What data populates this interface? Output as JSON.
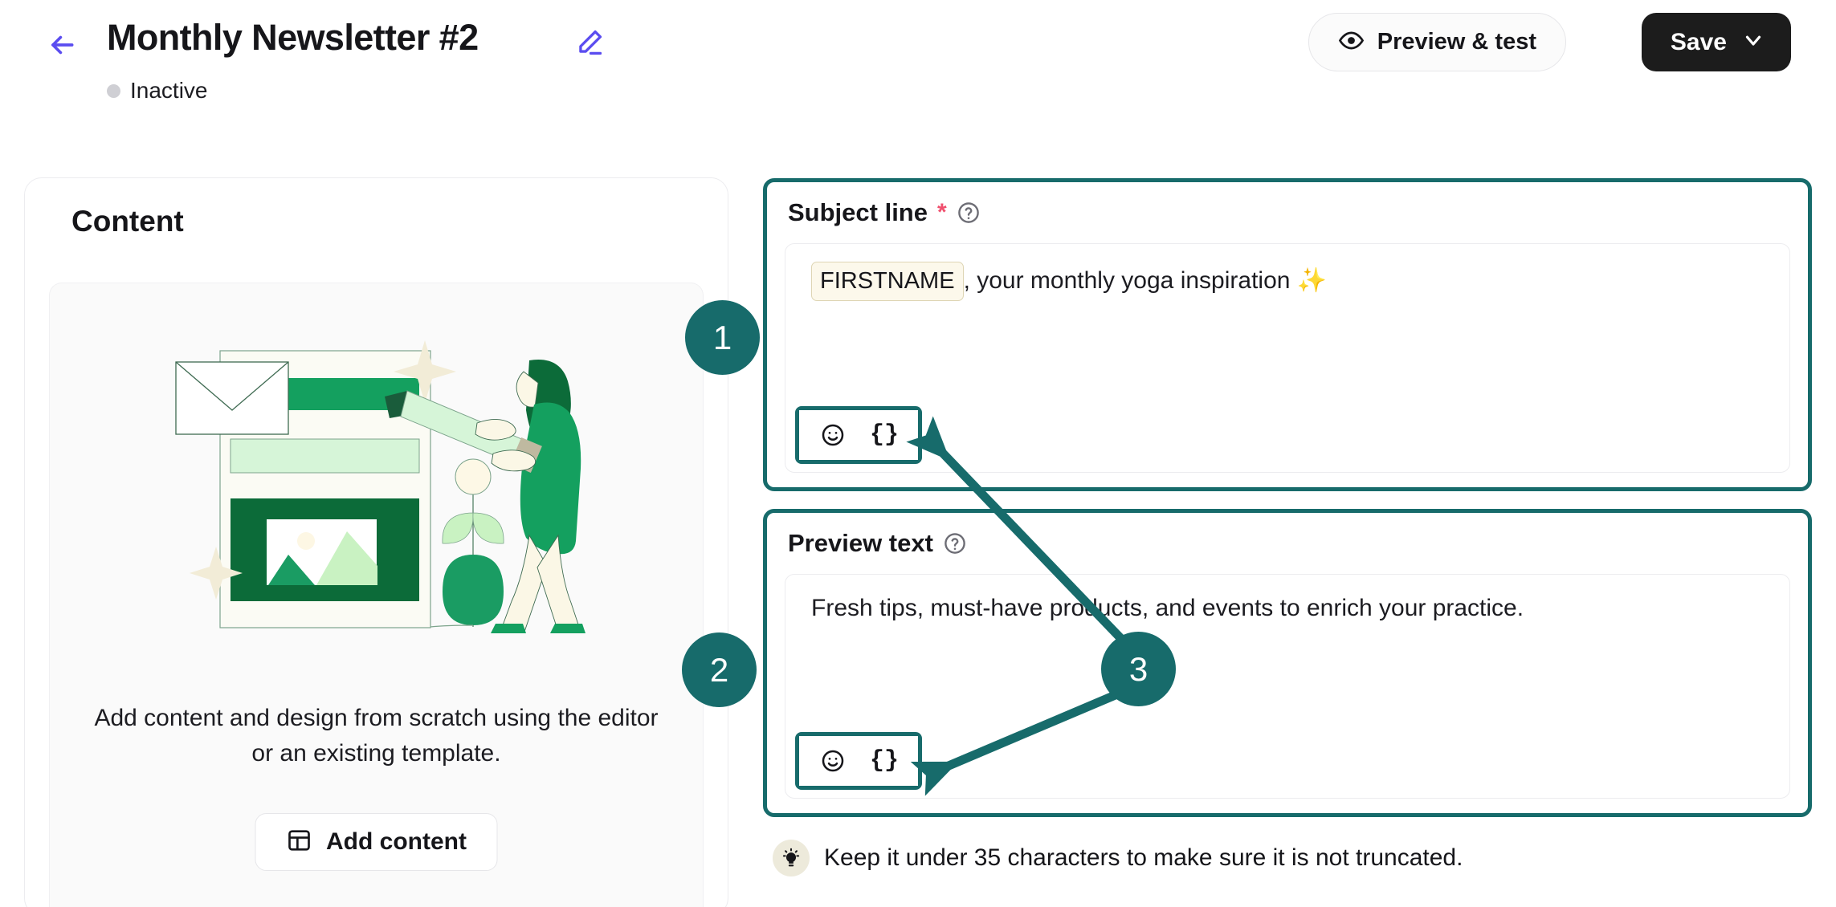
{
  "header": {
    "back_icon": "back-arrow-icon",
    "title": "Monthly Newsletter #2",
    "edit_icon": "pencil-icon",
    "status": "Inactive",
    "preview_button": "Preview & test",
    "preview_icon": "eye-icon",
    "save_button": "Save",
    "save_caret_icon": "chevron-down-icon"
  },
  "content_card": {
    "title": "Content",
    "illustration": "email-design-illustration",
    "empty_text": "Add content and design from scratch using the editor or an existing template.",
    "add_button": "Add content",
    "add_button_icon": "layout-icon"
  },
  "subject": {
    "label": "Subject line",
    "required_marker": "*",
    "help_icon": "question-circle-icon",
    "token": "FIRSTNAME",
    "text": ", your monthly yoga inspiration ✨",
    "toolbar": {
      "emoji_icon": "☺",
      "emoji_name": "emoji-icon",
      "merge_tag_icon": "{}",
      "merge_tag_name": "merge-tag-icon"
    }
  },
  "preview": {
    "label": "Preview text",
    "help_icon": "question-circle-icon",
    "text": "Fresh tips, must-have products, and events to enrich your practice.",
    "toolbar": {
      "emoji_icon": "☺",
      "emoji_name": "emoji-icon",
      "merge_tag_icon": "{}",
      "merge_tag_name": "merge-tag-icon"
    }
  },
  "hint": {
    "icon": "lightbulb-icon",
    "text": "Keep it under 35 characters to make sure it is not truncated."
  },
  "annotations": {
    "badges": [
      {
        "label": "1"
      },
      {
        "label": "2"
      },
      {
        "label": "3"
      }
    ]
  },
  "colors": {
    "accent_teal": "#176b6b",
    "purple": "#5b4df0",
    "required_red": "#f0506e",
    "save_black": "#1c1c1c",
    "token_bg": "#fcf8eb"
  }
}
